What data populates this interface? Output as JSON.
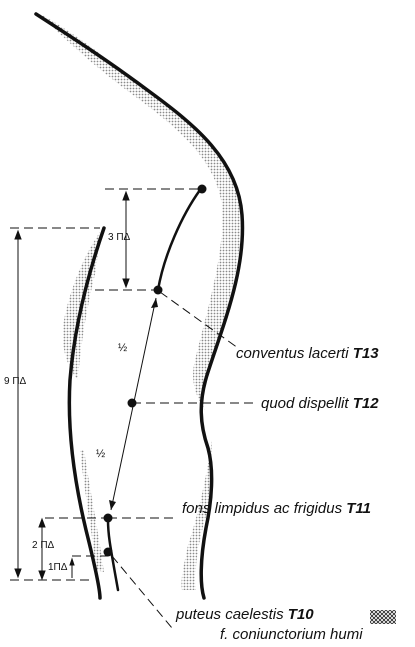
{
  "points": [
    {
      "name": "conventus lacerti",
      "code": "T13"
    },
    {
      "name": "quod dispellit",
      "code": "T12"
    },
    {
      "name": "fons limpidus ac frigidus",
      "code": "T11"
    },
    {
      "name": "puteus caelestis",
      "code": "T10"
    }
  ],
  "extra_label": "f. coniunctorium humi",
  "dimensions": {
    "three": "3 ΠΔ",
    "nine": "9 ΠΔ",
    "two": "2 ΠΔ",
    "one": "1ΠΔ",
    "half_top": "½",
    "half_bottom": "½"
  },
  "colors": {
    "ink": "#111111",
    "stipple": "#9a9a9a"
  },
  "icons": [
    "hatch-icon"
  ]
}
